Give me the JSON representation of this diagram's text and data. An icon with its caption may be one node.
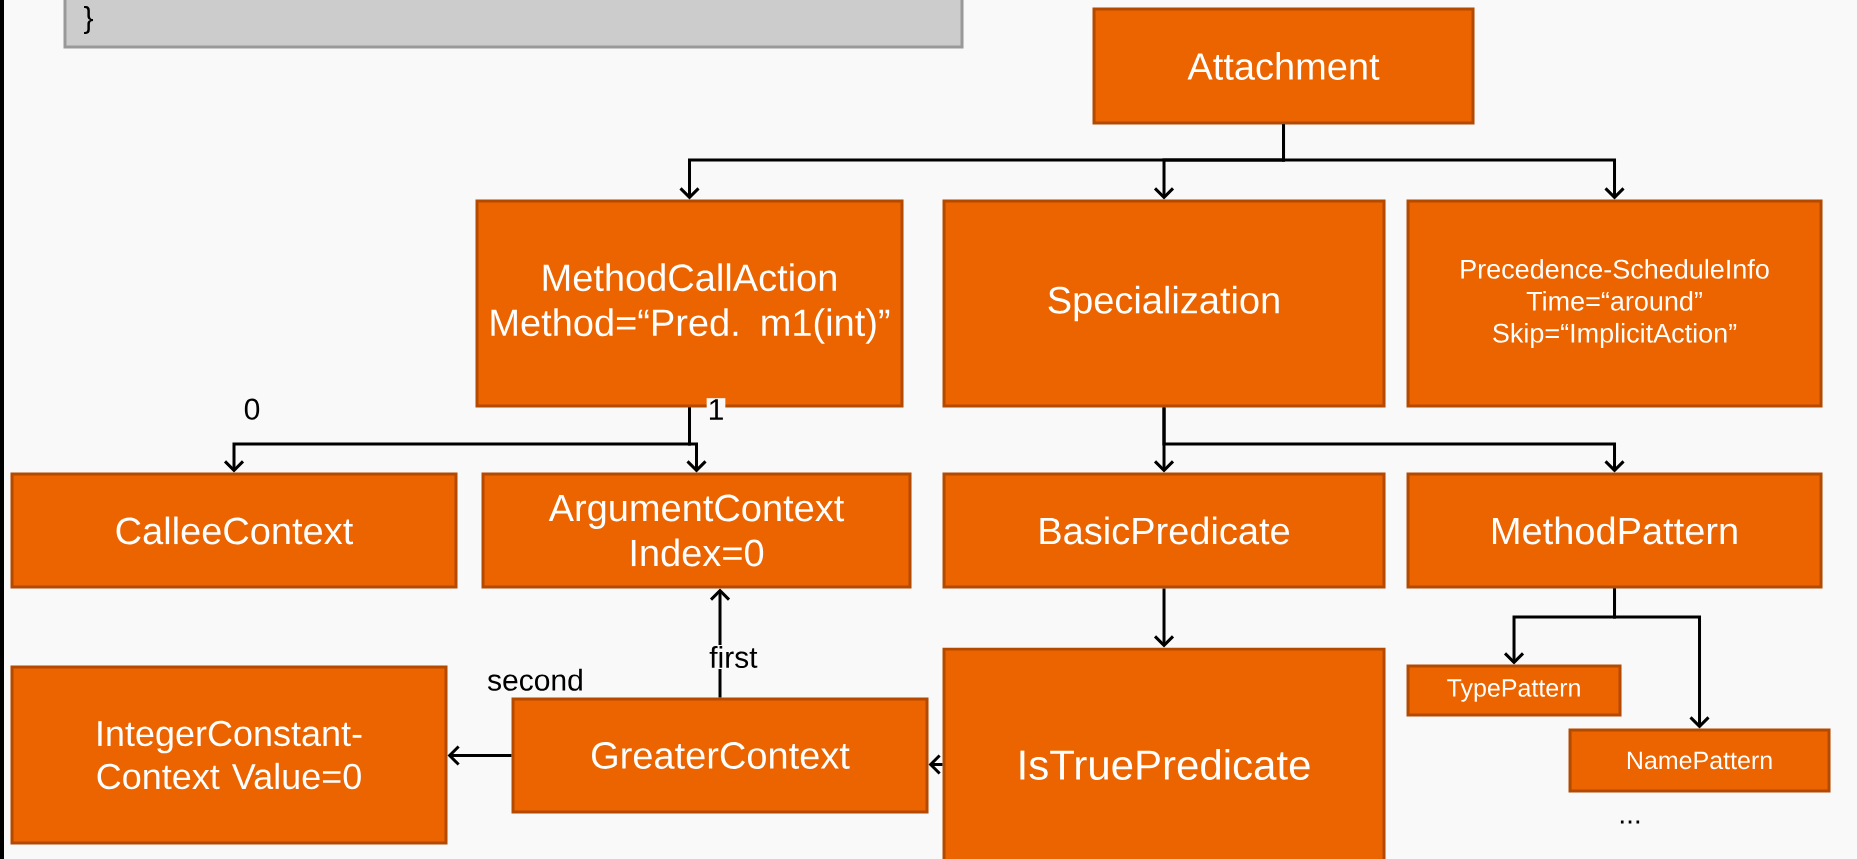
{
  "diagram": {
    "nodes": [
      {
        "text": [
          "}"
        ]
      },
      {
        "text": [
          "Attachment"
        ]
      },
      {
        "text": [
          "MethodCallAction Method=“Pred. m1(int)”"
        ]
      },
      {
        "text": [
          "Specialization"
        ]
      },
      {
        "text": [
          "Precedence-ScheduleInfo Time=“around” Skip=“ImplicitAction”"
        ]
      },
      {
        "text": [
          "CalleeContext"
        ]
      },
      {
        "text": [
          "ArgumentContext Index=0"
        ]
      },
      {
        "text": [
          "BasicPredicate"
        ]
      },
      {
        "text": [
          "MethodPattern"
        ]
      },
      {
        "text": [
          "IntegerConstant-Context Value=0"
        ]
      },
      {
        "text": [
          "GreaterContext"
        ]
      },
      {
        "text": [
          "IsTruePredicate"
        ]
      },
      {
        "text": [
          "TypePattern"
        ]
      },
      {
        "text": [
          "NamePattern"
        ]
      }
    ],
    "edges": [
      {
        "from": 1,
        "to": 2,
        "arrow": "to"
      },
      {
        "from": 1,
        "to": 3,
        "arrow": "to"
      },
      {
        "from": 1,
        "to": 4,
        "arrow": "to"
      },
      {
        "from": 2,
        "to": 5,
        "arrow": "to",
        "label": "0"
      },
      {
        "from": 2,
        "to": 6,
        "arrow": "to",
        "label": "1"
      },
      {
        "from": 3,
        "to": 7,
        "arrow": "to"
      },
      {
        "from": 3,
        "to": 8,
        "arrow": "to"
      },
      {
        "from": 7,
        "to": 11,
        "arrow": "to"
      },
      {
        "from": 11,
        "to": 10,
        "arrow": "to"
      },
      {
        "from": 10,
        "to": 6,
        "arrow": "to",
        "label": "first"
      },
      {
        "from": 10,
        "to": 9,
        "arrow": "to",
        "label": "second"
      },
      {
        "from": 8,
        "to": 12,
        "arrow": "to"
      },
      {
        "from": 8,
        "to": 13,
        "arrow": "to"
      }
    ],
    "labels": [
      "..."
    ]
  }
}
